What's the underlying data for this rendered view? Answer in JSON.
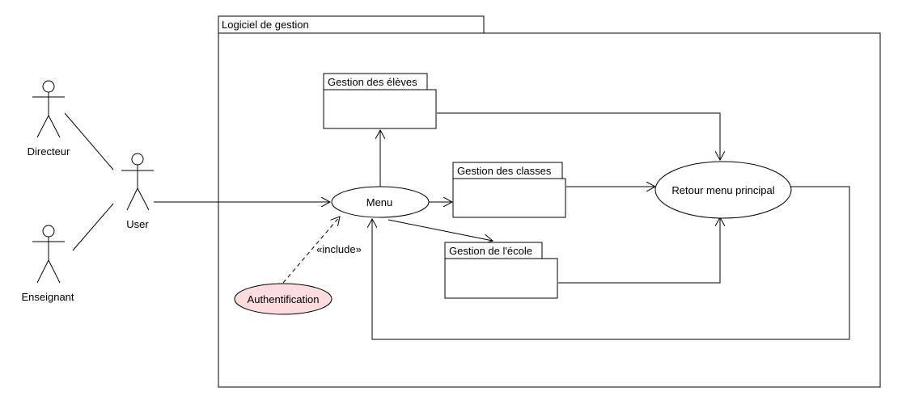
{
  "system": {
    "title": "Logiciel de gestion"
  },
  "actors": {
    "directeur": "Directeur",
    "enseignant": "Enseignant",
    "user": "User"
  },
  "use_cases": {
    "menu": "Menu",
    "retour": "Retour menu principal",
    "auth": "Authentification"
  },
  "packages": {
    "eleves": "Gestion des élèves",
    "classes": "Gestion des classes",
    "ecole": "Gestion de l'école"
  },
  "relations": {
    "include": "«include»"
  },
  "colors": {
    "auth_fill": "#fcdcdc",
    "stroke": "#000000",
    "background": "#ffffff"
  }
}
